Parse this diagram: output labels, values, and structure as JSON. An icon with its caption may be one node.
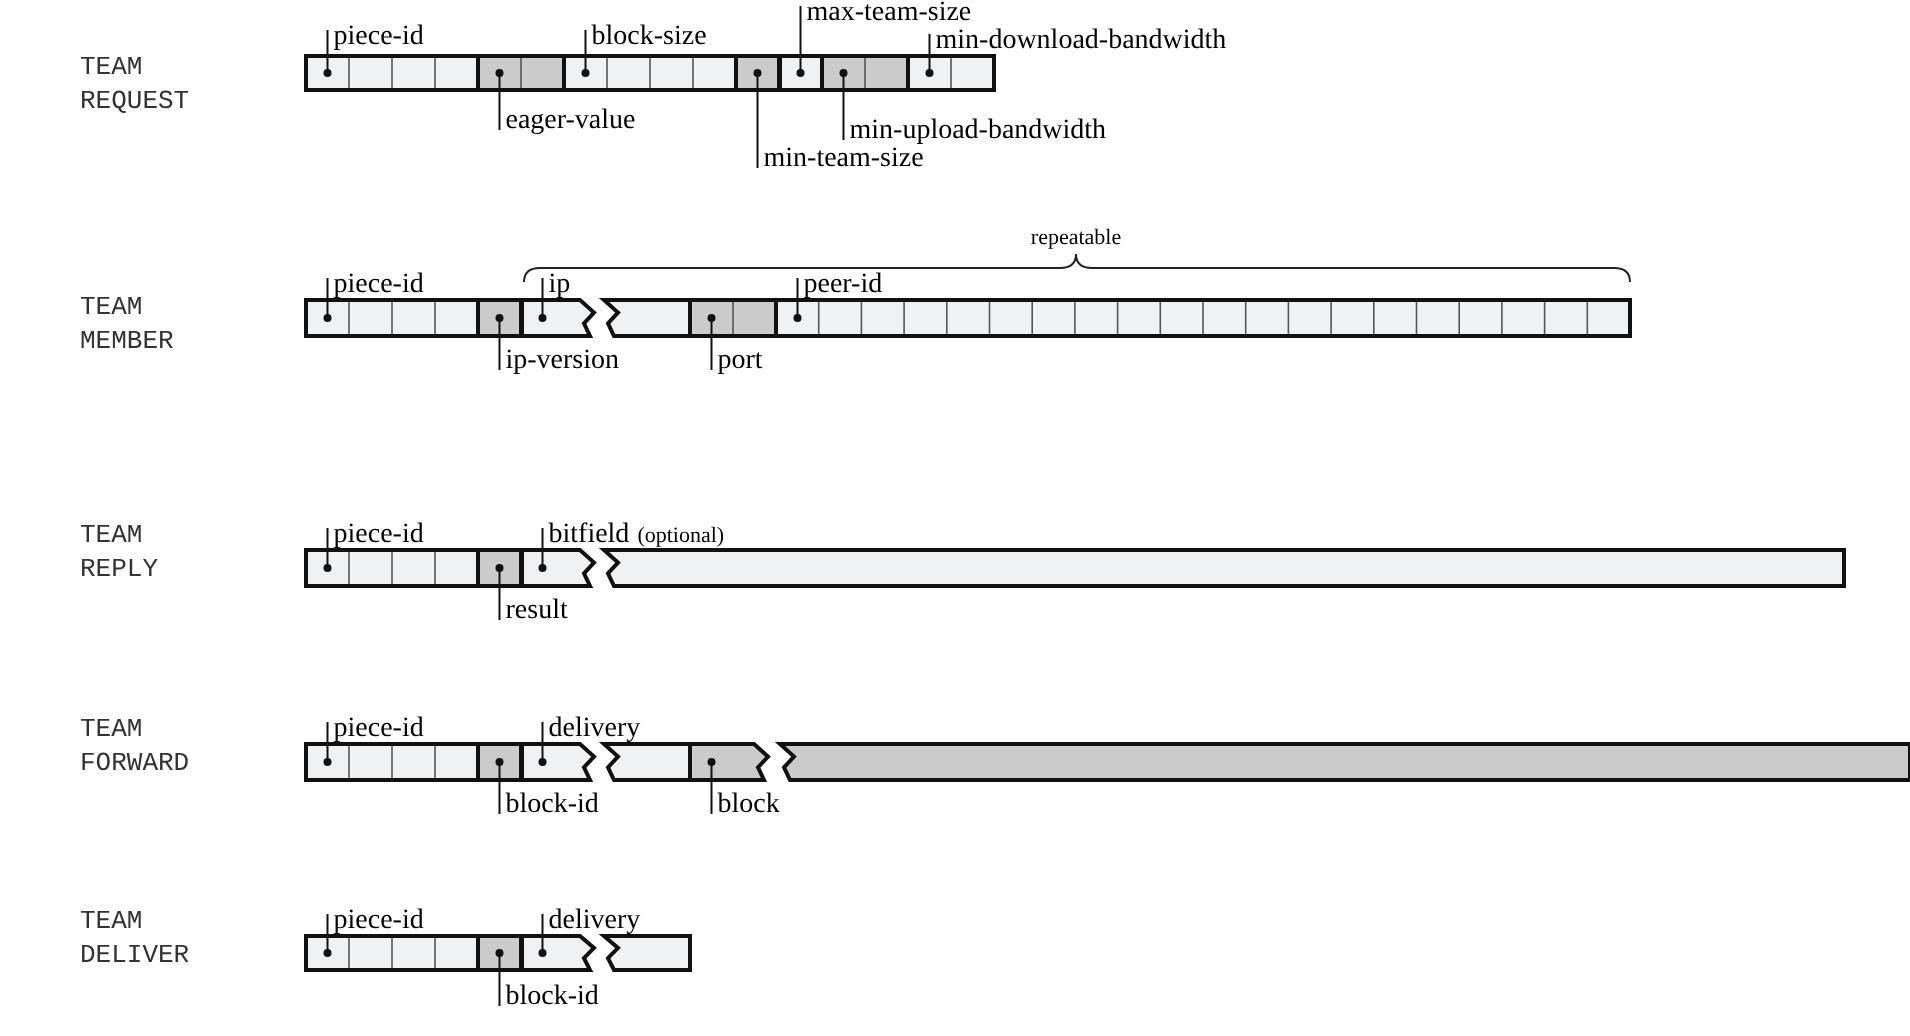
{
  "diagram": {
    "nodes": [
      {
        "text": [],
        "shape": "box"
      },
      {
        "text": [],
        "shape": "box"
      },
      {
        "text": [],
        "shape": "box"
      },
      {
        "text": [],
        "shape": "box"
      },
      {
        "text": [],
        "shape": "box"
      },
      {
        "text": [],
        "shape": "box"
      },
      {
        "text": [],
        "shape": "box"
      },
      {
        "text": [
          "piece-id"
        ]
      },
      {
        "text": [
          "block-size"
        ]
      },
      {
        "text": [
          "max-team-size"
        ]
      },
      {
        "text": [
          "min-download-bandwidth"
        ]
      },
      {
        "text": [
          "eager-value"
        ]
      },
      {
        "text": [
          "min-upload-bandwidth"
        ]
      },
      {
        "text": [
          "min-team-size"
        ]
      },
      {
        "text": [],
        "shape": "box"
      },
      {
        "text": [],
        "shape": "box"
      },
      {
        "text": [],
        "shape": "box"
      },
      {
        "text": [],
        "shape": "box"
      },
      {
        "text": [],
        "shape": "box"
      },
      {
        "text": [],
        "shape": "box"
      },
      {
        "text": [
          "piece-id"
        ]
      },
      {
        "text": [
          "ip"
        ]
      },
      {
        "text": [
          "peer-id"
        ]
      },
      {
        "text": [
          "ip-version"
        ]
      },
      {
        "text": [
          "port"
        ]
      },
      {
        "text": [],
        "shape": "box"
      },
      {
        "text": [],
        "shape": "box"
      },
      {
        "text": [],
        "shape": "box"
      },
      {
        "text": [],
        "shape": "box"
      },
      {
        "text": [
          "piece-id"
        ]
      },
      {
        "text": [
          "bitfield",
          "(optional)"
        ]
      },
      {
        "text": [
          "result"
        ]
      },
      {
        "text": [],
        "shape": "box"
      },
      {
        "text": [],
        "shape": "box"
      },
      {
        "text": [],
        "shape": "box"
      },
      {
        "text": [],
        "shape": "box"
      },
      {
        "text": [],
        "shape": "box"
      },
      {
        "text": [],
        "shape": "box"
      },
      {
        "text": [
          "piece-id"
        ]
      },
      {
        "text": [
          "delivery"
        ]
      },
      {
        "text": [
          "block-id"
        ]
      },
      {
        "text": [
          "block"
        ]
      },
      {
        "text": [],
        "shape": "box"
      },
      {
        "text": [],
        "shape": "box"
      },
      {
        "text": [],
        "shape": "box"
      },
      {
        "text": [],
        "shape": "box"
      },
      {
        "text": [
          "piece-id"
        ]
      },
      {
        "text": [
          "delivery"
        ]
      },
      {
        "text": [
          "block-id"
        ]
      }
    ],
    "edges": [
      {
        "from": 7,
        "to": 0,
        "arrow": "other"
      },
      {
        "from": 8,
        "to": 2,
        "arrow": "other"
      },
      {
        "from": 9,
        "to": 4,
        "arrow": "other"
      },
      {
        "from": 10,
        "to": 6,
        "arrow": "other"
      },
      {
        "from": 11,
        "to": 1,
        "arrow": "other"
      },
      {
        "from": 12,
        "to": 5,
        "arrow": "other"
      },
      {
        "from": 13,
        "to": 3,
        "arrow": "other"
      },
      {
        "from": 20,
        "to": 14,
        "arrow": "other"
      },
      {
        "from": 21,
        "to": 16,
        "arrow": "other"
      },
      {
        "from": 22,
        "to": 19,
        "arrow": "other"
      },
      {
        "from": 23,
        "to": 15,
        "arrow": "other"
      },
      {
        "from": 24,
        "to": 18,
        "arrow": "other"
      },
      {
        "from": 29,
        "to": 25,
        "arrow": "other"
      },
      {
        "from": 30,
        "to": 27,
        "arrow": "other"
      },
      {
        "from": 31,
        "to": 26,
        "arrow": "other"
      },
      {
        "from": 38,
        "to": 32,
        "arrow": "other"
      },
      {
        "from": 39,
        "to": 34,
        "arrow": "other"
      },
      {
        "from": 40,
        "to": 33,
        "arrow": "other"
      },
      {
        "from": 41,
        "to": 36,
        "arrow": "other"
      },
      {
        "from": 46,
        "to": 42,
        "arrow": "other"
      },
      {
        "from": 47,
        "to": 44,
        "arrow": "other"
      },
      {
        "from": 48,
        "to": 43,
        "arrow": "other"
      }
    ],
    "labels": [
      "TEAM REQUEST",
      "repeatable",
      "TEAM MEMBER",
      "TEAM REPLY",
      "TEAM FORWARD",
      "TEAM DELIVER"
    ]
  }
}
